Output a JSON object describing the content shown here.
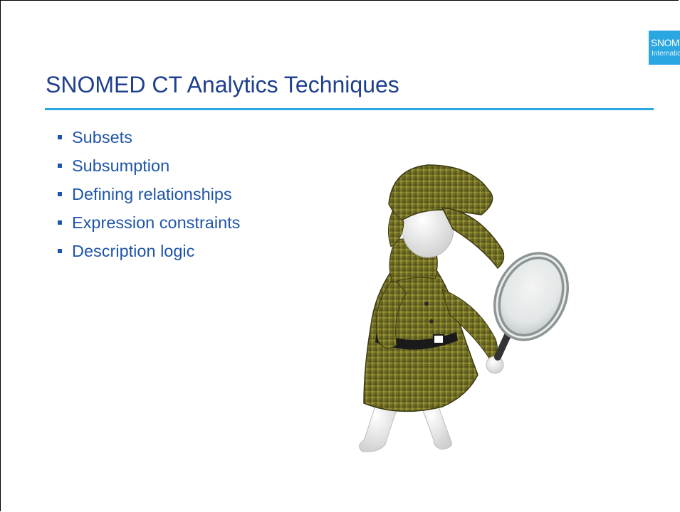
{
  "slide": {
    "logo": {
      "main": "SNOMED",
      "sub": "International"
    },
    "title": "SNOMED CT Analytics Techniques",
    "bullets": [
      "Subsets",
      "Subsumption",
      "Defining relationships",
      "Expression constraints",
      "Description logic"
    ]
  },
  "colors": {
    "title": "#1f3f8f",
    "bullet_text": "#1f55a8",
    "accent": "#2aa6e2",
    "coat": "#6b6a24"
  }
}
